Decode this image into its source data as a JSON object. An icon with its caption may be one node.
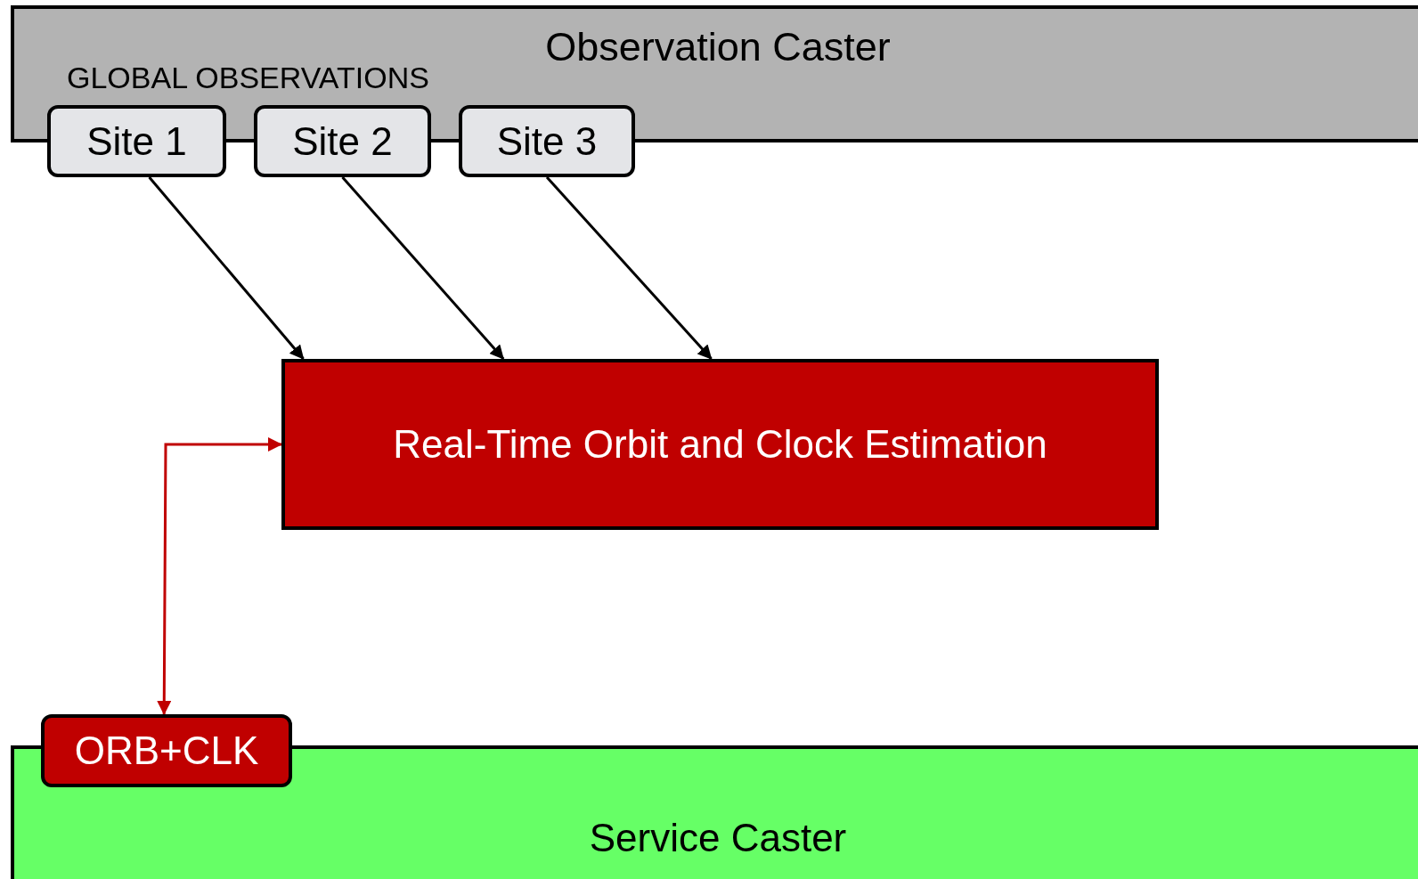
{
  "diagram": {
    "nodes": [
      {
        "text": [
          "Observation Caster",
          "GLOBAL OBSERVATIONS"
        ]
      },
      {
        "text": [
          "Site 1"
        ]
      },
      {
        "text": [
          "Site 2"
        ]
      },
      {
        "text": [
          "Site 3"
        ]
      },
      {
        "text": [
          "Real-Time Orbit and Clock Estimation"
        ]
      },
      {
        "text": [
          "ORB+CLK"
        ]
      },
      {
        "text": [
          "Service Caster"
        ]
      }
    ],
    "edges": [
      {
        "from": 1,
        "to": 4,
        "arrow": "to"
      },
      {
        "from": 2,
        "to": 4,
        "arrow": "to"
      },
      {
        "from": 3,
        "to": 4,
        "arrow": "to"
      },
      {
        "from": 4,
        "to": 5,
        "arrow": "both",
        "color": "#c00000"
      }
    ]
  }
}
